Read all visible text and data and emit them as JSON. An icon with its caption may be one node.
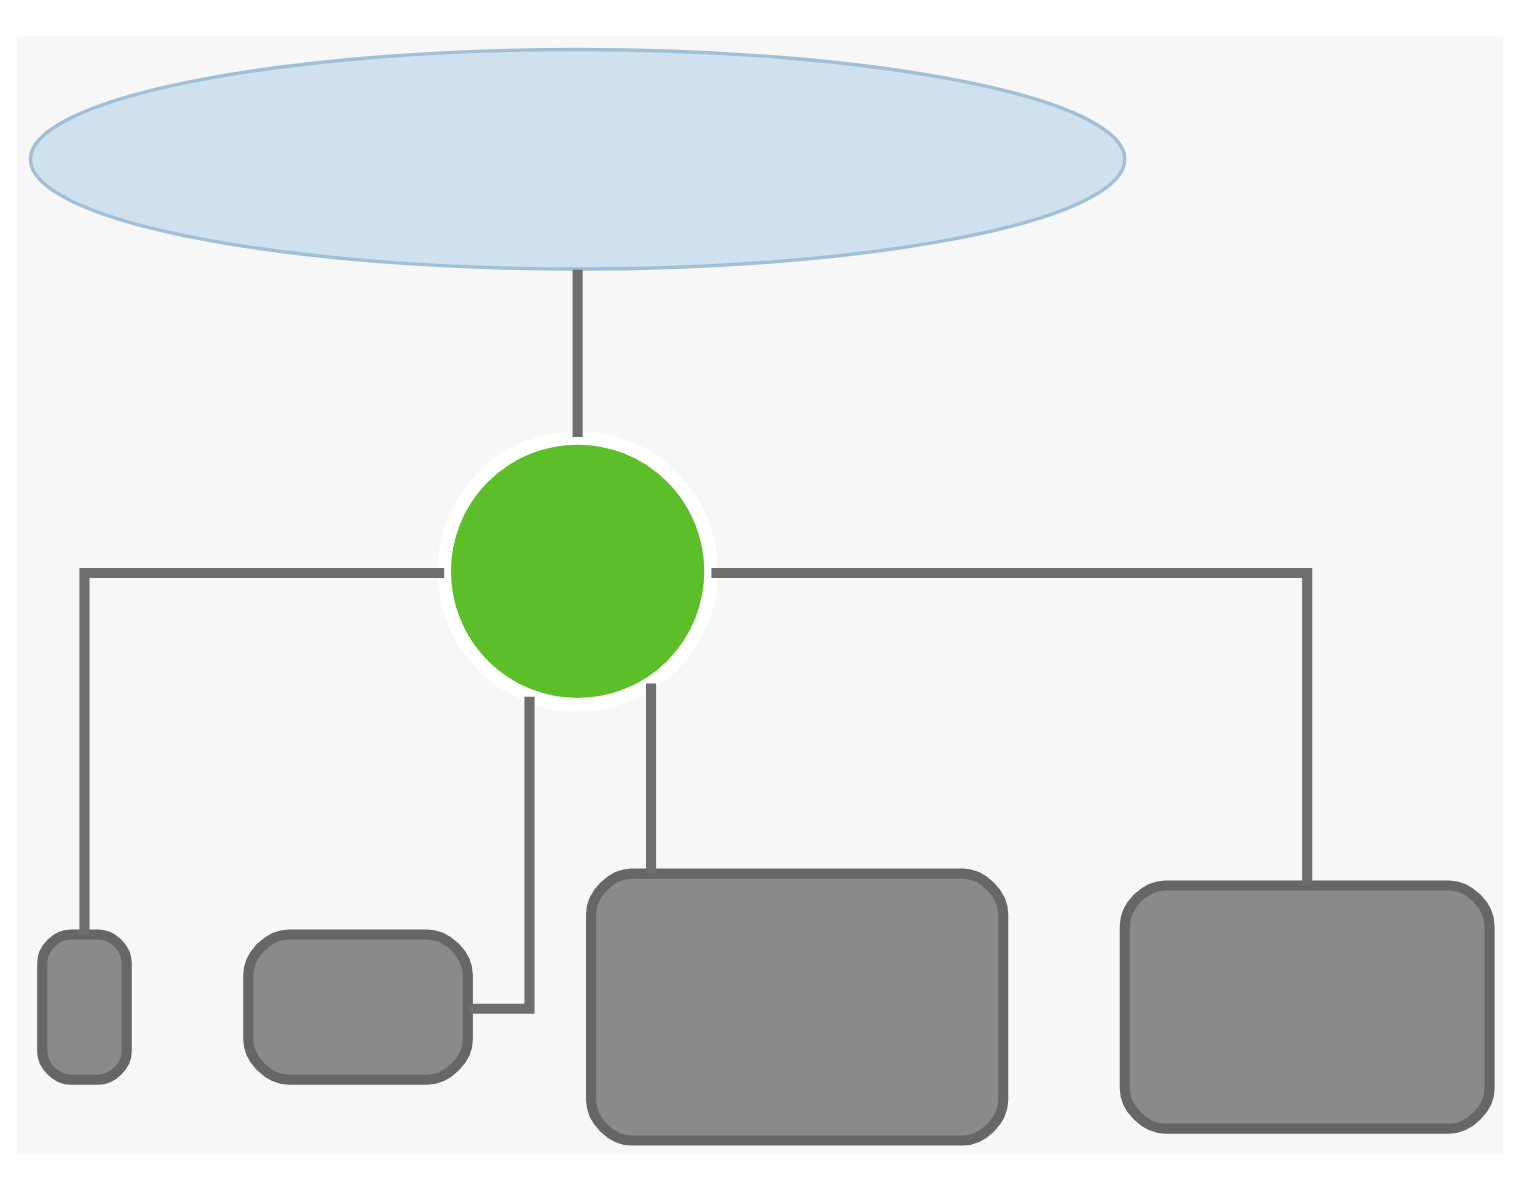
{
  "diagram": {
    "nodes": [
      {
        "text": [],
        "shape": "cloud"
      },
      {
        "text": [],
        "shape": "circle"
      },
      {
        "text": [],
        "shape": "box"
      },
      {
        "text": [],
        "shape": "box"
      },
      {
        "text": [],
        "shape": "box"
      },
      {
        "text": [],
        "shape": "box"
      }
    ],
    "edges": [
      {
        "from": 0,
        "to": 1,
        "arrow": "none"
      },
      {
        "from": 1,
        "to": 2,
        "arrow": "none"
      },
      {
        "from": 1,
        "to": 3,
        "arrow": "none"
      },
      {
        "from": 1,
        "to": 4,
        "arrow": "none"
      },
      {
        "from": 1,
        "to": 5,
        "arrow": "none"
      }
    ]
  }
}
